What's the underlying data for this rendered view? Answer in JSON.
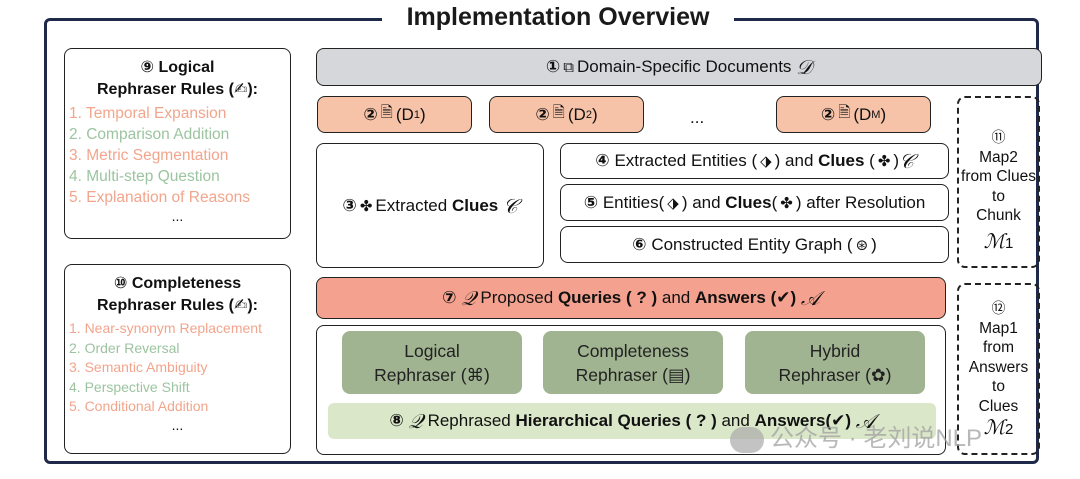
{
  "title": "Implementation Overview",
  "logical_rules": {
    "number": "⑨",
    "heading_line1": "Logical",
    "heading_line2": "Rephraser Rules (",
    "heading_icon": "✍",
    "heading_end": "):",
    "items": [
      "1. Temporal Expansion",
      "2. Comparison Addition",
      "3. Metric Segmentation",
      "4. Multi-step Question",
      "5. Explanation of Reasons"
    ],
    "ellipsis": "..."
  },
  "completeness_rules": {
    "number": "⑩",
    "heading_line1": "Completeness",
    "heading_line2": "Rephraser Rules (",
    "heading_icon": "✍",
    "heading_end": "):",
    "items": [
      "1. Near-synonym Replacement",
      "2. Order Reversal",
      "3. Semantic Ambiguity",
      "4. Perspective Shift",
      "5. Conditional Addition"
    ],
    "ellipsis": "..."
  },
  "domain_docs": {
    "number": "①",
    "icon": "documents-icon",
    "label": "Domain-Specific Documents",
    "symbol": "𝒟"
  },
  "doc_chunks": [
    {
      "number": "②",
      "label": "(D",
      "sub": "1",
      "end": ")"
    },
    {
      "number": "②",
      "label": "(D",
      "sub": "2",
      "end": ")"
    },
    {
      "number": "②",
      "label": "(D",
      "sub": "M",
      "end": ")"
    }
  ],
  "chunk_ellipsis": "...",
  "extracted_clues": {
    "number": "③",
    "label": "Extracted",
    "bold": "Clues",
    "symbol": "𝒞"
  },
  "entities_box": {
    "number": "④",
    "label": "Extracted Entities (",
    "mid": ") and",
    "bold": "Clues",
    "paren_open": "(",
    "end": ")",
    "symbol": "𝒞"
  },
  "resolution_box": {
    "number": "⑤",
    "label": "Entities(",
    "mid": ") and",
    "bold": "Clues",
    "paren_open": "(",
    "end": ") after Resolution"
  },
  "graph_box": {
    "number": "⑥",
    "label": "Constructed Entity Graph (",
    "end": ")"
  },
  "proposed_box": {
    "number": "⑦",
    "symbol_q": "𝒬",
    "label": "Proposed",
    "bold1": "Queries",
    "qmark": "( ? )",
    "and": "and",
    "bold2": "Answers",
    "check": "(✔)",
    "symbol_a": "𝒜"
  },
  "rephrasers": [
    {
      "line1": "Logical",
      "line2": "Rephraser (",
      "end": ")"
    },
    {
      "line1": "Completeness",
      "line2": "Rephraser (",
      "end": ")"
    },
    {
      "line1": "Hybrid",
      "line2": "Rephraser (",
      "end": ")"
    }
  ],
  "rephrased_box": {
    "number": "⑧",
    "symbol_q": "𝒬",
    "label": "Rephrased",
    "bold1": "Hierarchical Queries",
    "qmark": "( ? )",
    "and": "and",
    "bold2": "Answers",
    "check": "(✔)",
    "symbol_a": "𝒜"
  },
  "map2": {
    "number": "⑪",
    "lines": [
      "Map2",
      "from Clues",
      "to",
      "Chunk"
    ],
    "symbol": "ℳ",
    "sub": "1"
  },
  "map1": {
    "number": "⑫",
    "lines": [
      "Map1",
      "from",
      "Answers",
      "to",
      "Clues"
    ],
    "symbol": "ℳ",
    "sub": "2"
  },
  "watermark": "公众号 · 老刘说NLP",
  "colors": {
    "frame": "#1f2a4a",
    "gray": "#d6d7da",
    "peach": "#f6c3a9",
    "salmon": "#f4a28f",
    "olive": "#a1b491",
    "light_green": "#dbe7c9",
    "rule_orange": "#f2a58c",
    "rule_green": "#9cc4a0"
  }
}
